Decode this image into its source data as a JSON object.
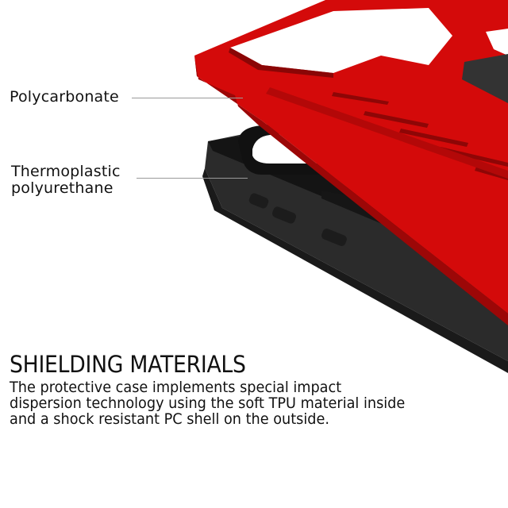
{
  "callouts": [
    {
      "id": "polycarbonate",
      "lines": [
        "Polycarbonate"
      ]
    },
    {
      "id": "tpu",
      "lines": [
        "Thermoplastic",
        "polyurethane"
      ]
    }
  ],
  "section": {
    "title": "SHIELDING MATERIALS",
    "description_lines": [
      "The protective case implements special impact",
      "dispersion technology using the soft TPU material inside",
      "and a shock resistant PC shell on the outside."
    ]
  },
  "colors": {
    "shell_red": "#d40a0a",
    "shell_red_dark": "#8e0606",
    "tpu_black": "#2a2a2a",
    "tpu_dark": "#141414",
    "leader_gray": "#9a9a9a",
    "text": "#111111"
  }
}
